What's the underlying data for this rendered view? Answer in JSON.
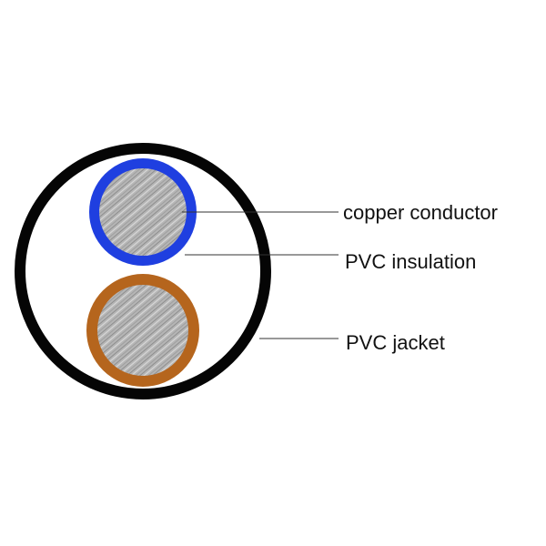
{
  "labels": {
    "conductor": "copper conductor",
    "insulation": "PVC insulation",
    "jacket": "PVC jacket"
  },
  "colors": {
    "jacket": "#050505",
    "insulation_top": "#1f3fe0",
    "insulation_bottom": "#b5651d",
    "conductor": "#b3b3b3",
    "leader_line": "#333333"
  }
}
